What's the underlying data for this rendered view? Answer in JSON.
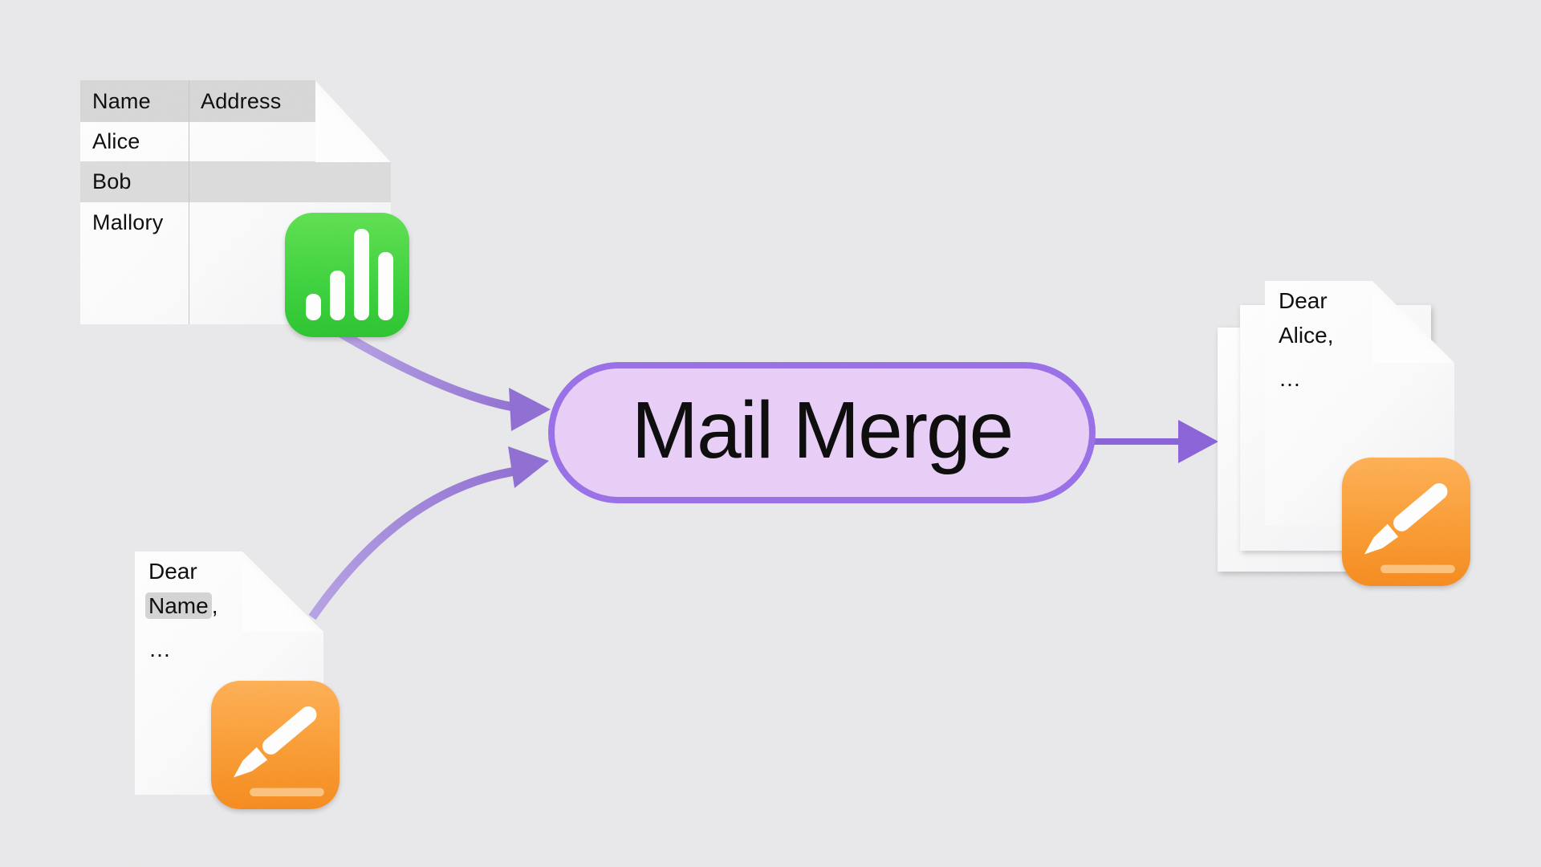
{
  "diagram": {
    "title": "Mail Merge",
    "background_color": "#e9e9eb"
  },
  "process_node": {
    "label": "Mail Merge",
    "fill_color": "#e9cff8",
    "border_color": "#9a6fe8"
  },
  "spreadsheet": {
    "icon": "numbers-icon",
    "icon_color_top": "#60e051",
    "icon_color_bottom": "#2bc52f",
    "columns": [
      "Name",
      "Address"
    ],
    "rows": [
      "Alice",
      "Bob",
      "Mallory"
    ],
    "header_bg": "#d7d7d7",
    "alt_row_bg": "#dcdcdc"
  },
  "template_doc": {
    "icon": "pages-icon",
    "salutation": "Dear",
    "merge_field": "Name",
    "comma": ",",
    "ellipsis": "…",
    "merge_field_highlight": "#d4d4d4"
  },
  "output_doc": {
    "icon": "pages-icon",
    "icon_color_top": "#ffb055",
    "icon_color_bottom": "#f68b1e",
    "page_count": 3,
    "salutation": "Dear",
    "recipient": "Alice,",
    "ellipsis": "…"
  },
  "arrows": {
    "input_color_light": "#b4a0e2",
    "input_color_dark": "#8f6ed2",
    "output_color": "#8a63d8"
  }
}
